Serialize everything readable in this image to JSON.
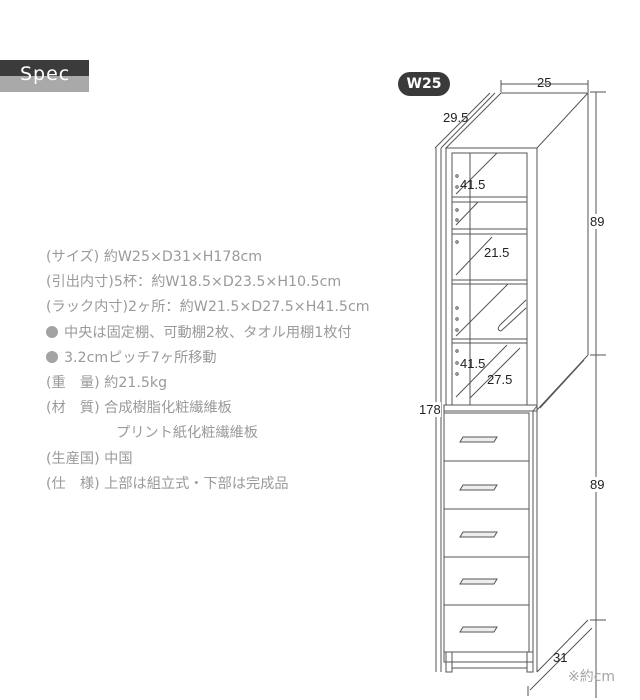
{
  "header": {
    "section_label": "Spec"
  },
  "specs": {
    "rows": [
      {
        "label": "(サイズ)",
        "value": "約W25×D31×H178cm",
        "text": "(サイズ) 約W25×D31×H178cm"
      },
      {
        "label": "(引出内寸)",
        "value": "5杯：約W18.5×D23.5×H10.5cm",
        "text": "(引出内寸)5杯：約W18.5×D23.5×H10.5cm"
      },
      {
        "label": "(ラック内寸)",
        "value": "2ヶ所：約W21.5×D27.5×H41.5cm",
        "text": "(ラック内寸)2ヶ所：約W21.5×D27.5×H41.5cm"
      },
      {
        "bullet": true,
        "text": "中央は固定棚、可動棚2枚、タオル用棚1枚付"
      },
      {
        "bullet": true,
        "text": "3.2cmピッチ7ヶ所移動"
      },
      {
        "label": "(重　量)",
        "value": "約21.5kg",
        "text": "(重　量) 約21.5kg"
      },
      {
        "label": "(材　質)",
        "value": "合成樹脂化粧繊維板",
        "text": "(材　質) 合成樹脂化粧繊維板"
      },
      {
        "indent": true,
        "text": "プリント紙化粧繊維板"
      },
      {
        "label": "(生産国)",
        "value": "中国",
        "text": "(生産国) 中国"
      },
      {
        "label": "(仕　様)",
        "value": "上部は組立式・下部は完成品",
        "text": "(仕　様) 上部は組立式・下部は完成品"
      }
    ]
  },
  "diagram": {
    "badge": "W25",
    "dimensions": {
      "top_width": "25",
      "top_depth": "29.5",
      "upper_height": "89",
      "lower_height": "89",
      "total_height": "178",
      "rack_height_upper": "41.5",
      "rack_width": "21.5",
      "rack_height_lower": "41.5",
      "rack_depth": "27.5",
      "bottom_depth": "31"
    },
    "drawer_count": 5,
    "unit_note": "※約cm"
  },
  "colors": {
    "label_dark": "#3b3b3b",
    "label_light": "#a9a9a9",
    "text_gray": "#9a9a9a",
    "line": "#555555"
  }
}
